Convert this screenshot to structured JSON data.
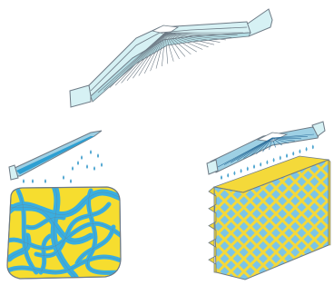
{
  "figure": {
    "components": [
      "water-distribution-manifold",
      "manifold-drip-nozzles",
      "distribution-trough-left",
      "water-droplets-left",
      "random-fiber-pad",
      "distribution-trough-right",
      "water-droplets-right",
      "cross-fluted-cellulose-pad"
    ]
  },
  "colors": {
    "background": "#ffffff",
    "outline": "#6e7b86",
    "manifold_fill": "#d6f1f4",
    "manifold_shade": "#b4dde4",
    "trough_fill": "#9ed0e4",
    "trough_blue": "#2e9fd2",
    "water_drop": "#4aa3cf",
    "fiber_yellow": "#f6dd2f",
    "fiber_blue": "#39aee0",
    "pad_yellow": "#f4d93a",
    "pad_blue": "#7cc5e6"
  }
}
